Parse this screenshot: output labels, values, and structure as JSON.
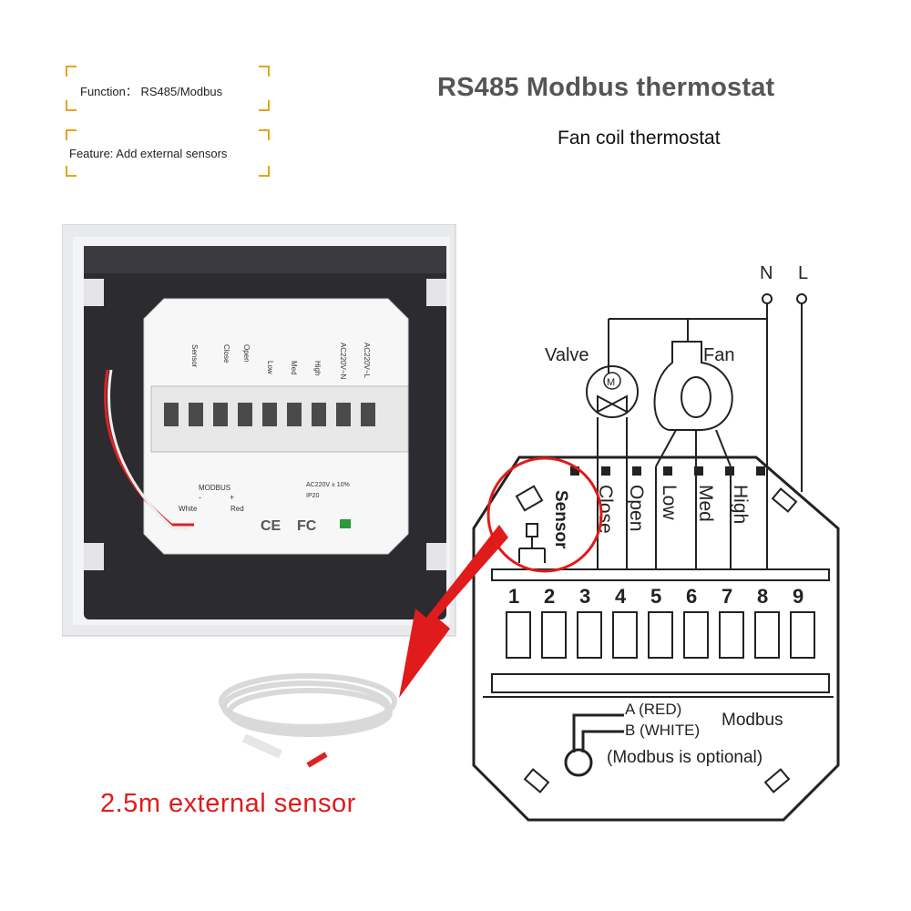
{
  "title": "RS485 Modbus thermostat",
  "subtitle": "Fan coil thermostat",
  "function_label": "Function： RS485/Modbus",
  "feature_label": "Feature: Add external sensors",
  "sensor_caption": "2.5m external sensor",
  "photo": {
    "terminal_labels": [
      "Sensor",
      "Close",
      "Open",
      "Low",
      "Med",
      "High",
      "AC220V~N",
      "AC220V~L"
    ],
    "modbus": "MODBUS",
    "minus": "-",
    "plus": "+",
    "white": "White",
    "red": "Red",
    "rating": "AC220V ± 10%",
    "ip": "IP20",
    "ce": "CE",
    "fc": "FC"
  },
  "diagram": {
    "N": "N",
    "L": "L",
    "valve": "Valve",
    "fan": "Fan",
    "motor": "M",
    "sensor": "Sensor",
    "terminals": [
      "Close",
      "Open",
      "Low",
      "Med",
      "High"
    ],
    "numbers": [
      "1",
      "2",
      "3",
      "4",
      "5",
      "6",
      "7",
      "8",
      "9"
    ],
    "modbus_a": "A (RED)",
    "modbus_b": "B (WHITE)",
    "modbus": "Modbus",
    "modbus_note": "(Modbus is optional)"
  },
  "colors": {
    "accent": "#e8a21a",
    "red": "#e01b1b",
    "title": "#555555"
  }
}
